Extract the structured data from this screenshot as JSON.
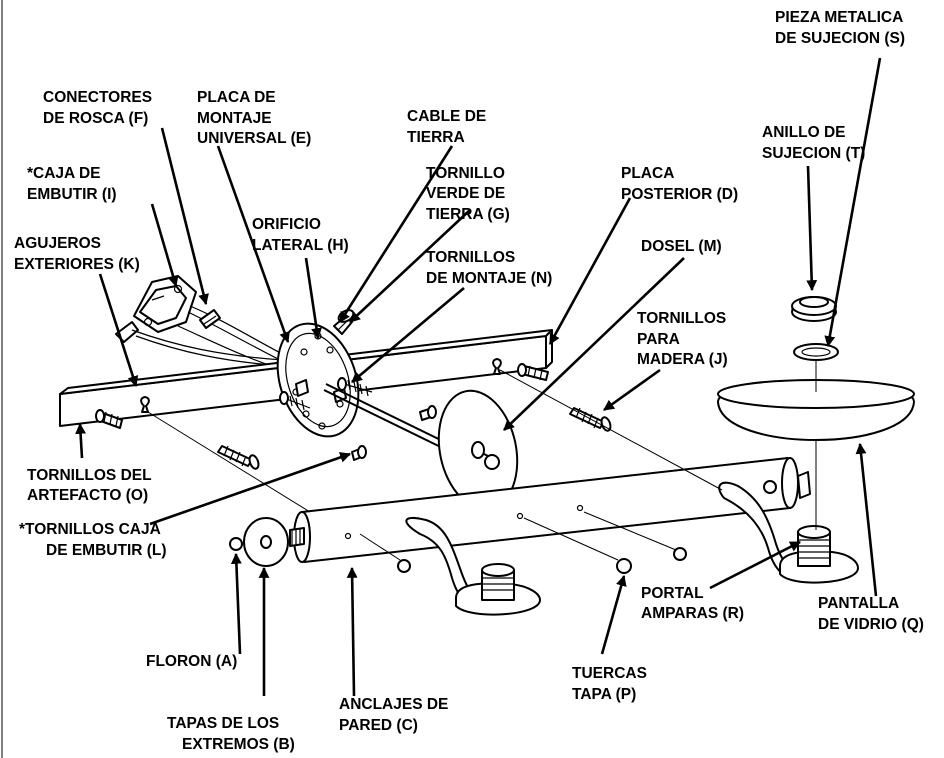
{
  "labels": {
    "s": [
      "PIEZA METALICA",
      "DE SUJECION (S)"
    ],
    "f": [
      "CONECTORES",
      "DE ROSCA (F)"
    ],
    "e": [
      "PLACA DE",
      "MONTAJE",
      "UNIVERSAL (E)"
    ],
    "cable": [
      "CABLE DE",
      "TIERRA"
    ],
    "t": [
      "ANILLO DE",
      "SUJECION (T)"
    ],
    "i": [
      "*CAJA DE",
      "EMBUTIR (I)"
    ],
    "g": [
      "TORNILLO",
      "VERDE DE",
      "TIERRA (G)"
    ],
    "d": [
      "PLACA",
      "POSTERIOR (D)"
    ],
    "h": [
      "ORIFICIO",
      "LATERAL (H)"
    ],
    "k": [
      "AGUJEROS",
      "EXTERIORES (K)"
    ],
    "n": [
      "TORNILLOS",
      "DE MONTAJE (N)"
    ],
    "m": [
      "DOSEL (M)"
    ],
    "j": [
      "TORNILLOS",
      "PARA",
      "MADERA (J)"
    ],
    "o": [
      "TORNILLOS DEL",
      "ARTEFACTO (O)"
    ],
    "l": [
      "*TORNILLOS CAJA",
      "DE EMBUTIR (L)"
    ],
    "r": [
      "PORTAL",
      "AMPARAS (R)"
    ],
    "q": [
      "PANTALLA",
      "DE VIDRIO (Q)"
    ],
    "a": [
      "FLORON (A)"
    ],
    "p": [
      "TUERCAS",
      "TAPA (P)"
    ],
    "c": [
      "ANCLAJES DE",
      "PARED (C)"
    ],
    "b": [
      "TAPAS DE LOS",
      "EXTREMOS (B)"
    ]
  }
}
